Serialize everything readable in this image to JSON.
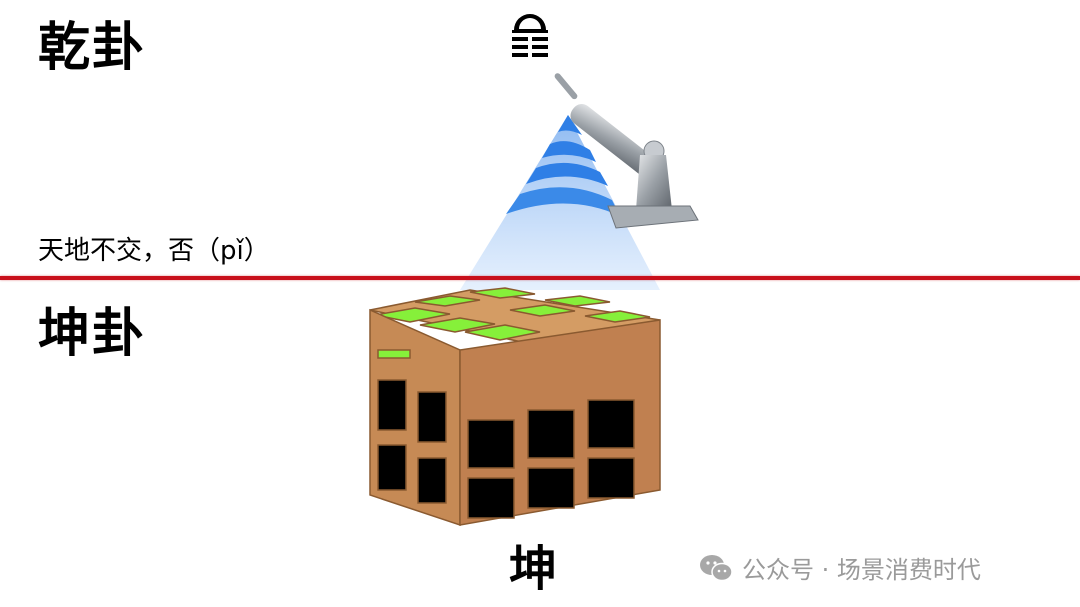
{
  "labels": {
    "qian": "乾卦",
    "kun": "坤卦",
    "caption": "天地不交，否（pǐ）",
    "bottom_glyph": "坤"
  },
  "icons": {
    "top_trigram": "qian-trigram-icon",
    "scanner": "barcode-scanner-icon",
    "cube": "box-cube-icon",
    "wechat": "wechat-icon"
  },
  "watermark": {
    "text": "公众号 · 场景消费时代"
  },
  "colors": {
    "divider": "#c8101b",
    "scan_beam": "#2f7fe6",
    "box_tan": "#c68a55",
    "box_tape": "#86f03a",
    "box_face": "#000000",
    "watermark": "#9a9a9a"
  }
}
